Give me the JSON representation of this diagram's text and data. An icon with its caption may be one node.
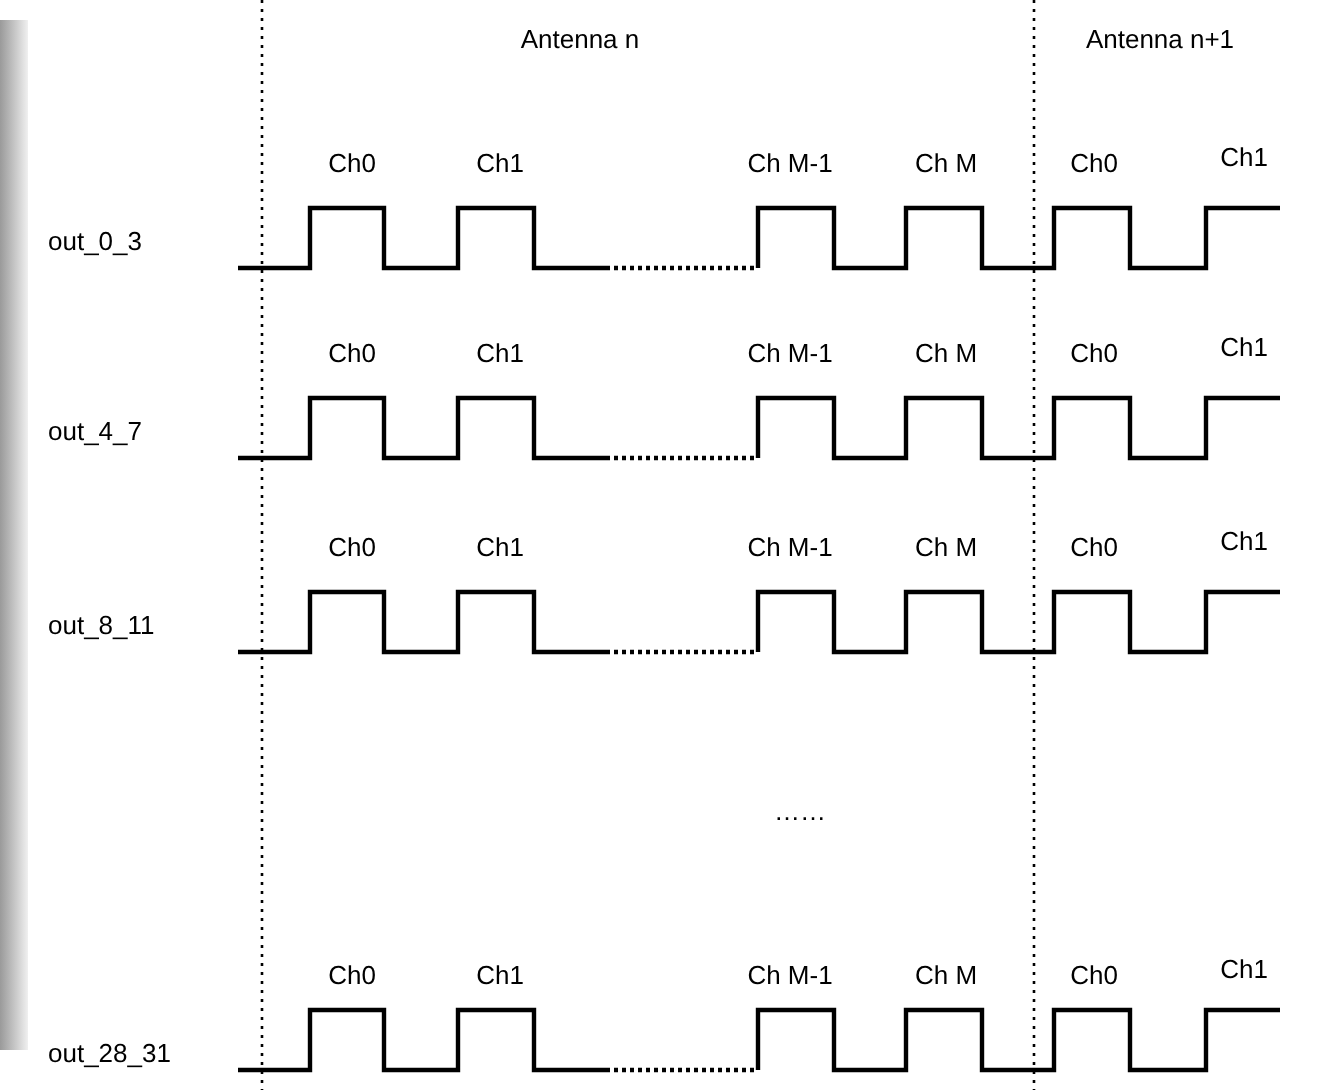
{
  "diagram": {
    "labels": [
      "Antenna n",
      "Antenna n+1",
      "Ch0",
      "Ch1",
      "Ch M-1",
      "Ch M",
      "Ch0",
      "Ch1",
      "out_0_3",
      "Ch0",
      "Ch1",
      "Ch M-1",
      "Ch M",
      "Ch0",
      "Ch1",
      "out_4_7",
      "Ch0",
      "Ch1",
      "Ch M-1",
      "Ch M",
      "Ch0",
      "Ch1",
      "out_8_11",
      "……",
      "Ch0",
      "Ch1",
      "Ch M-1",
      "Ch M",
      "Ch0",
      "Ch1",
      "out_28_31"
    ]
  }
}
